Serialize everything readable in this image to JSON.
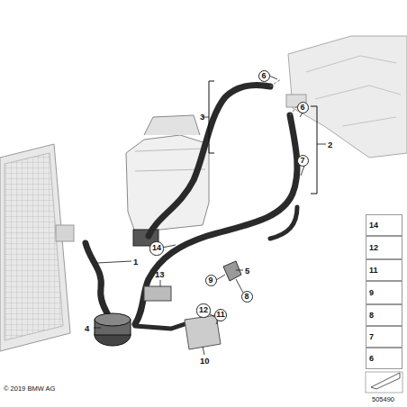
{
  "diagram": {
    "nodes": [
      {
        "text": [
          "6"
        ]
      },
      {
        "text": [
          "6"
        ]
      },
      {
        "text": [
          "7"
        ]
      },
      {
        "text": [
          "14"
        ]
      },
      {
        "text": [
          "9"
        ]
      },
      {
        "text": [
          "8"
        ]
      },
      {
        "text": [
          "12"
        ]
      },
      {
        "text": [
          "11"
        ]
      },
      {
        "text": [
          "14"
        ]
      },
      {
        "text": [
          "12"
        ]
      },
      {
        "text": [
          "11"
        ]
      },
      {
        "text": [
          "9"
        ]
      },
      {
        "text": [
          "8"
        ]
      },
      {
        "text": [
          "7"
        ]
      },
      {
        "text": [
          "6"
        ]
      }
    ],
    "labels": [
      "3",
      "2",
      "1",
      "5",
      "13",
      "4",
      "10",
      "© 2019 BMW AG",
      "505490"
    ]
  }
}
